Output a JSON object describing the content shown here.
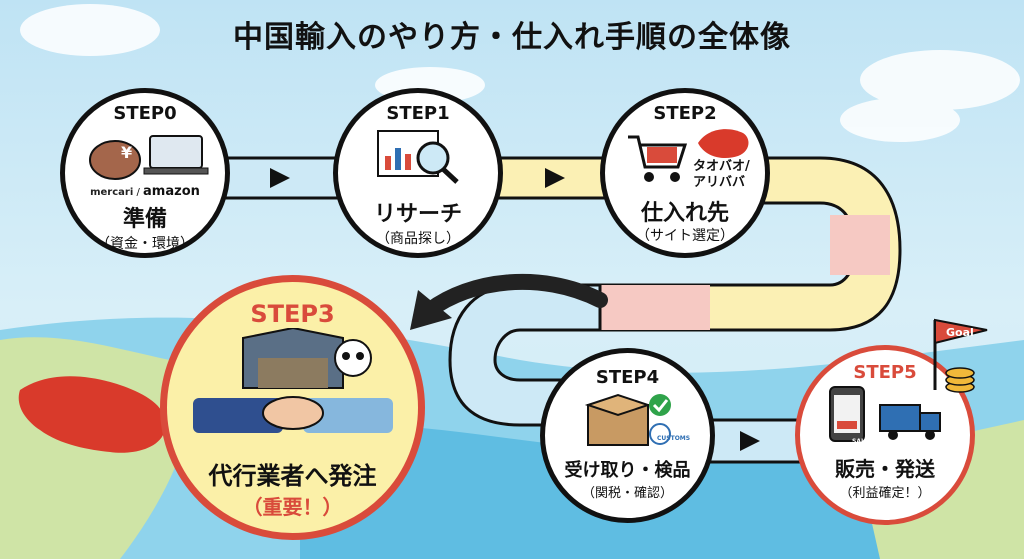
{
  "title": "中国輸入のやり方・仕入れ手順の全体像",
  "steps": [
    {
      "step": "STEP0",
      "name": "準備",
      "sub": "（資金・環境）",
      "brand1": "mercari",
      "brand2": "amazon",
      "yen": "¥"
    },
    {
      "step": "STEP1",
      "name": "リサーチ",
      "sub": "（商品探し）"
    },
    {
      "step": "STEP2",
      "name": "仕入れ先",
      "sub": "（サイト選定）",
      "site1": "タオバオ/",
      "site2": "アリババ"
    },
    {
      "step": "STEP3",
      "name": "代行業者へ発注",
      "sub": "（重要！）"
    },
    {
      "step": "STEP4",
      "name": "受け取り・検品",
      "sub": "（関税・確認）",
      "stamp": "CUSTOMS"
    },
    {
      "step": "STEP5",
      "name": "販売・発送",
      "sub": "（利益確定！）",
      "goal": "Goal",
      "sale": "SALE"
    }
  ],
  "colors": {
    "accent_red": "#d94b3b",
    "step3_fill": "#fbf0a8",
    "road_blue": "#cde9f6",
    "road_yellow": "#fbf0b4",
    "road_pink": "#f6c9c3",
    "sea": "#74c7e6",
    "land": "#cde3a4"
  }
}
